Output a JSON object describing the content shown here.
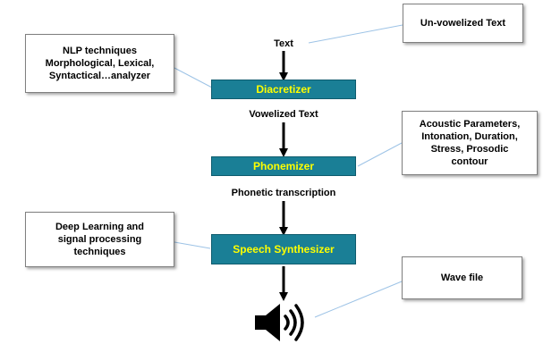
{
  "flow": {
    "input_label": "Text",
    "stages": [
      {
        "label": "Diacretizer",
        "output_label": "Vowelized Text"
      },
      {
        "label": "Phonemizer",
        "output_label": "Phonetic transcription"
      },
      {
        "label": "Speech Synthesizer",
        "output_label": ""
      }
    ]
  },
  "notes": {
    "unvowelized": "Un-vowelized Text",
    "nlp": [
      "NLP techniques",
      "Morphological, Lexical,",
      "Syntactical…analyzer"
    ],
    "acoustic": [
      "Acoustic Parameters,",
      "Intonation, Duration,",
      "Stress, Prosodic",
      "contour"
    ],
    "deep": [
      "Deep Learning and",
      "signal processing",
      "techniques"
    ],
    "wave": "Wave file"
  },
  "icons": {
    "output": "speaker-icon"
  },
  "colors": {
    "stage_fill": "#1a7f96",
    "stage_text": "#ffff00",
    "connector": "#9dc3e6"
  }
}
